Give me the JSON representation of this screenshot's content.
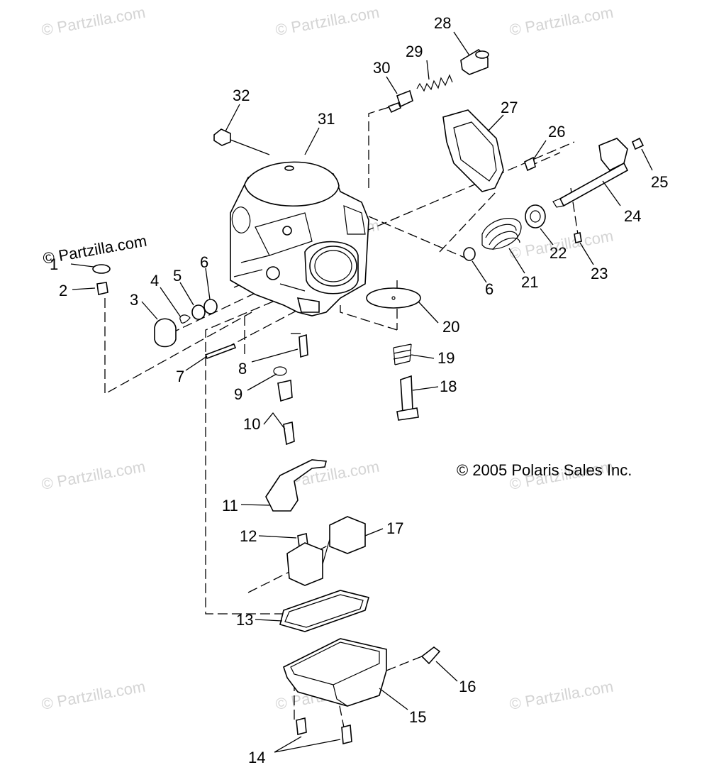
{
  "watermark_text": "© Partzilla.com",
  "copyright": "© 2005 Polaris Sales Inc.",
  "callouts": {
    "c1": "1",
    "c2": "2",
    "c3": "3",
    "c4": "4",
    "c5": "5",
    "c6a": "6",
    "c6b": "6",
    "c7": "7",
    "c8": "8",
    "c9": "9",
    "c10": "10",
    "c11": "11",
    "c12": "12",
    "c13": "13",
    "c14": "14",
    "c15": "15",
    "c16": "16",
    "c17": "17",
    "c18": "18",
    "c19": "19",
    "c20": "20",
    "c21": "21",
    "c22": "22",
    "c23": "23",
    "c24": "24",
    "c25": "25",
    "c26": "26",
    "c27": "27",
    "c28": "28",
    "c29": "29",
    "c30": "30",
    "c31": "31",
    "c32": "32"
  }
}
